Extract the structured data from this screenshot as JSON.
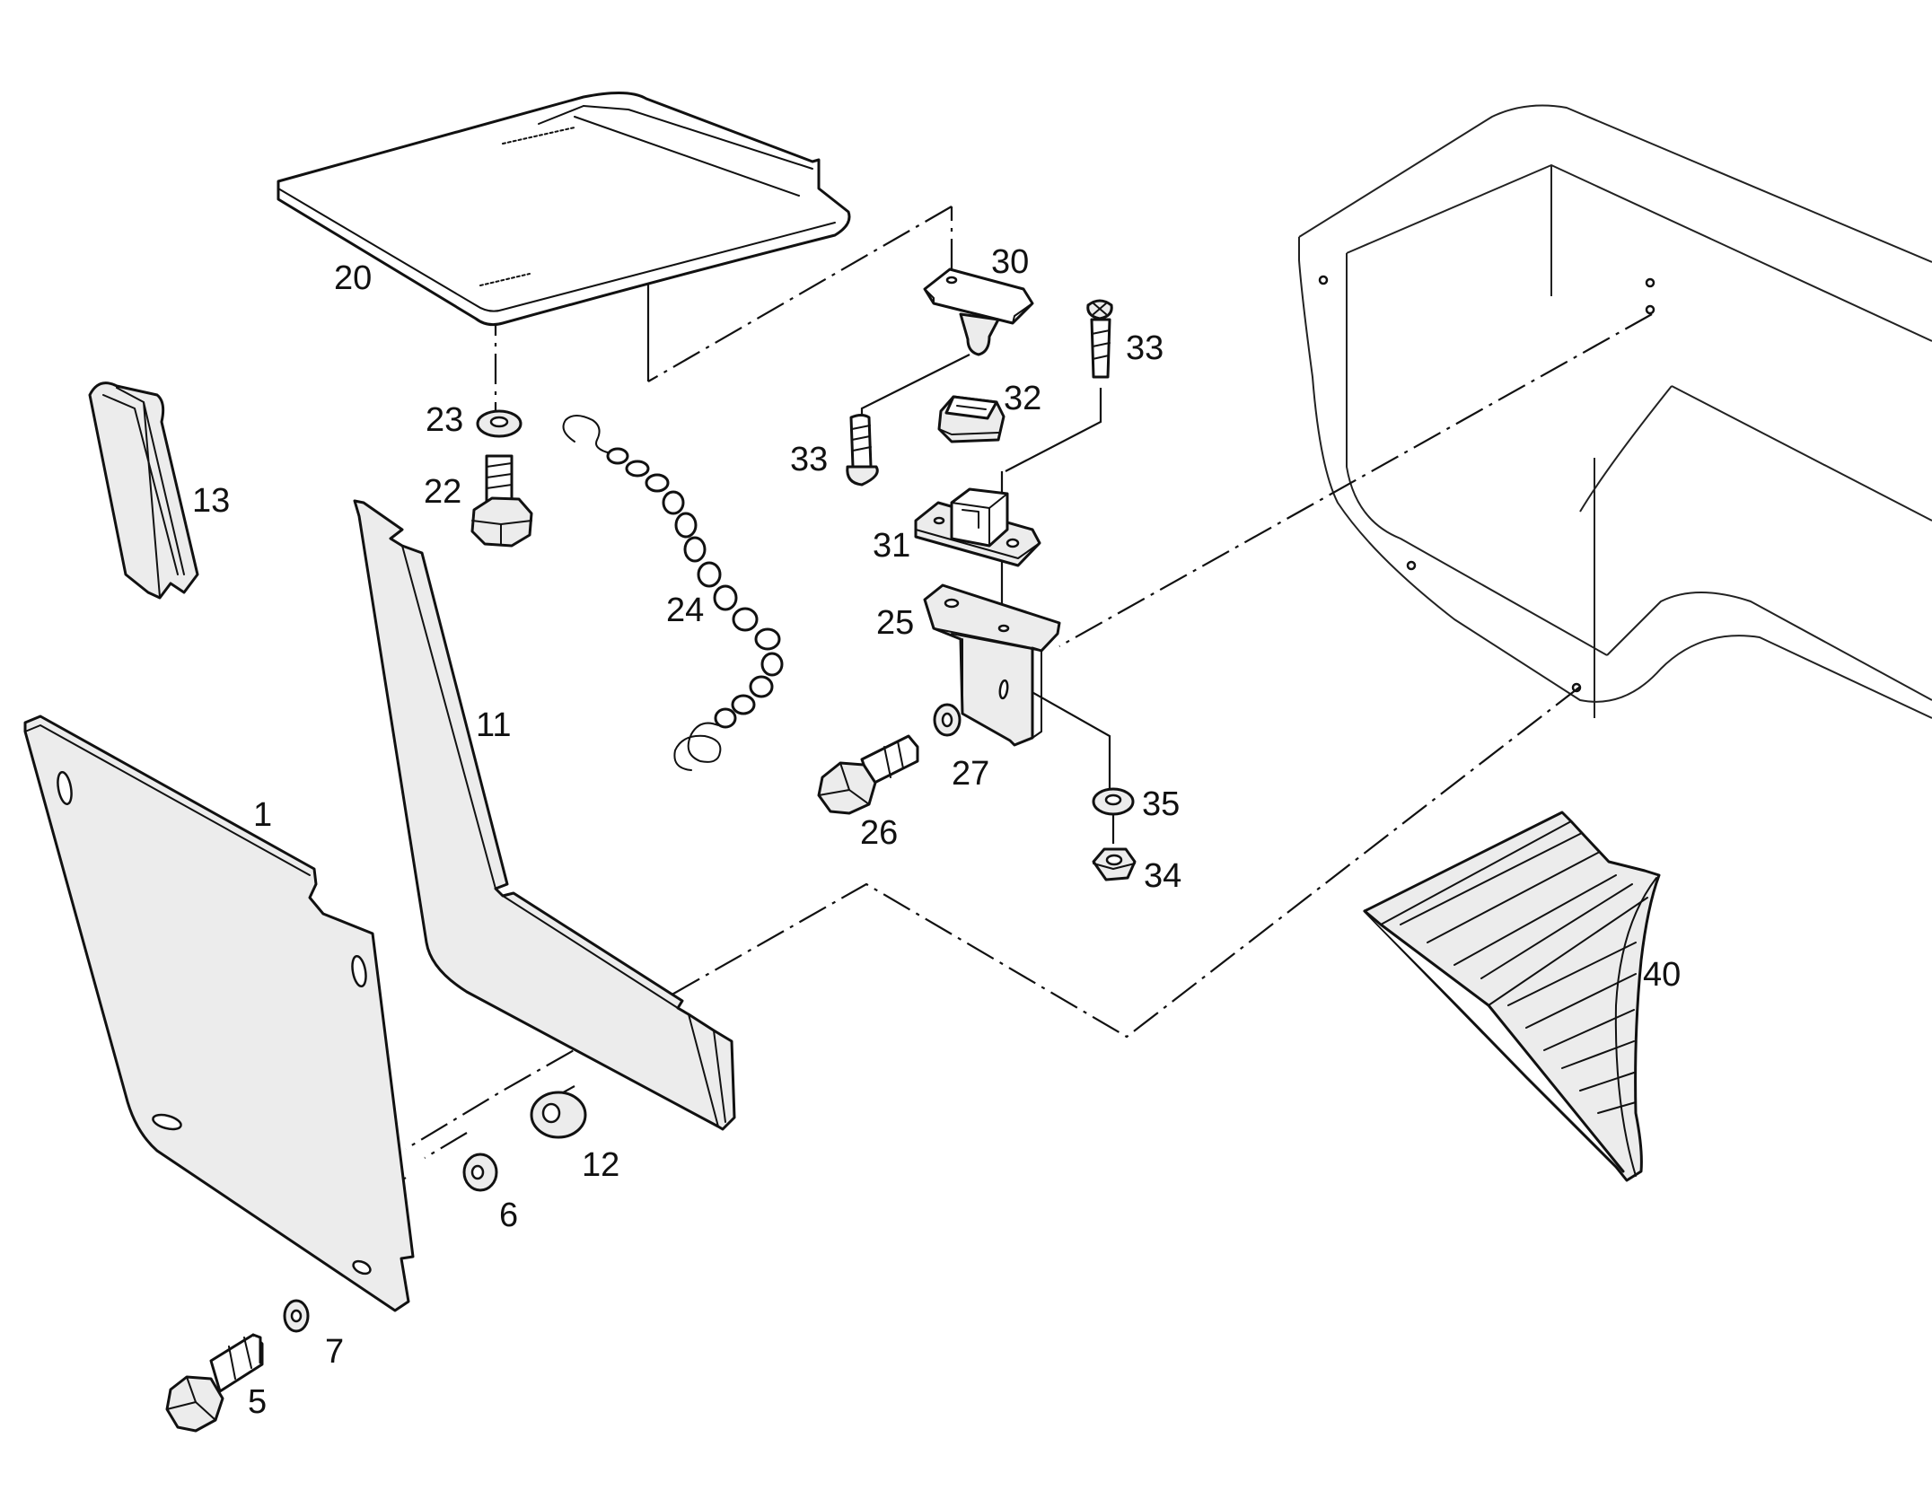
{
  "callouts": {
    "c1": "1",
    "c5": "5",
    "c6": "6",
    "c7": "7",
    "c11": "11",
    "c12": "12",
    "c13": "13",
    "c20": "20",
    "c22": "22",
    "c23": "23",
    "c24": "24",
    "c25": "25",
    "c26": "26",
    "c27": "27",
    "c30": "30",
    "c31": "31",
    "c32": "32",
    "c33a": "33",
    "c33b": "33",
    "c34": "34",
    "c35": "35",
    "c40": "40"
  },
  "colors": {
    "line": "#111111",
    "background": "#ffffff"
  }
}
